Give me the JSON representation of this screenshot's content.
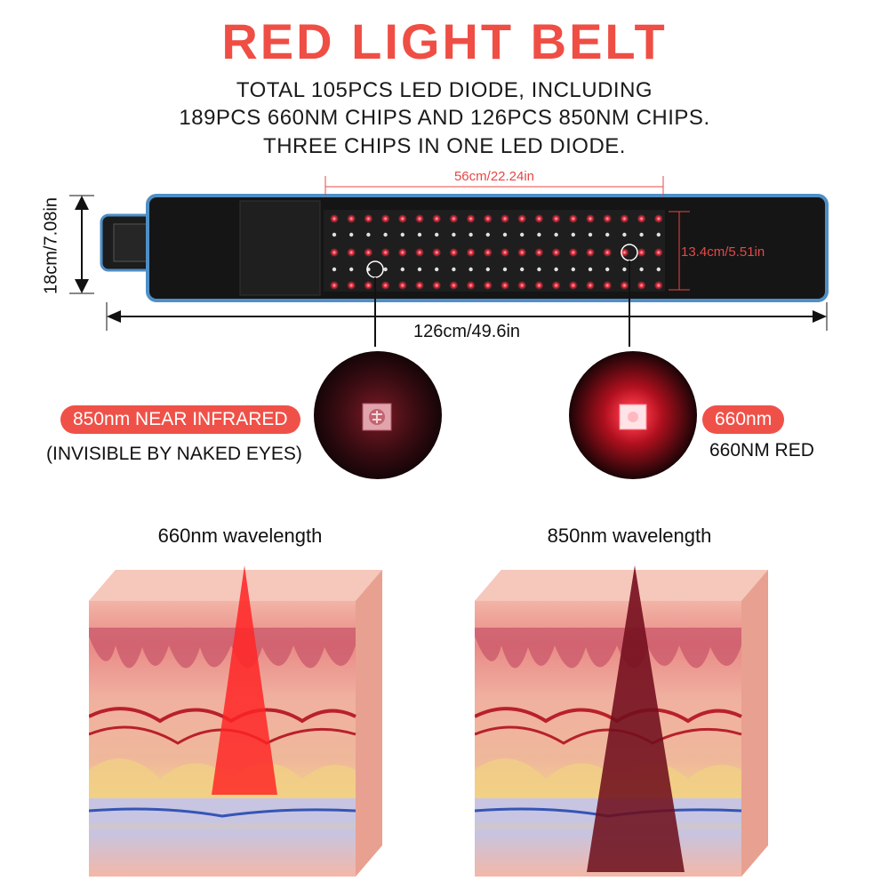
{
  "title": "RED LIGHT BELT",
  "subtitle_lines": [
    "TOTAL 105PCS LED DIODE, INCLUDING",
    "189PCS 660NM CHIPS AND 126PCS 850NM CHIPS.",
    "THREE CHIPS IN ONE LED DIODE."
  ],
  "dimensions": {
    "panel_width": "56cm/22.24in",
    "panel_height": "13.4cm/5.51in",
    "belt_height": "18cm/7.08in",
    "belt_length": "126cm/49.6in"
  },
  "nir": {
    "badge": "850nm NEAR INFRARED",
    "note": "(INVISIBLE BY NAKED EYES)"
  },
  "red": {
    "badge": "660nm",
    "note": "660NM RED"
  },
  "penetration": {
    "left_label": "660nm wavelength",
    "right_label": "850nm wavelength"
  },
  "colors": {
    "accent": "#ef4e45",
    "belt_trim": "#4f8fc6",
    "led": "#ff2a3a"
  }
}
